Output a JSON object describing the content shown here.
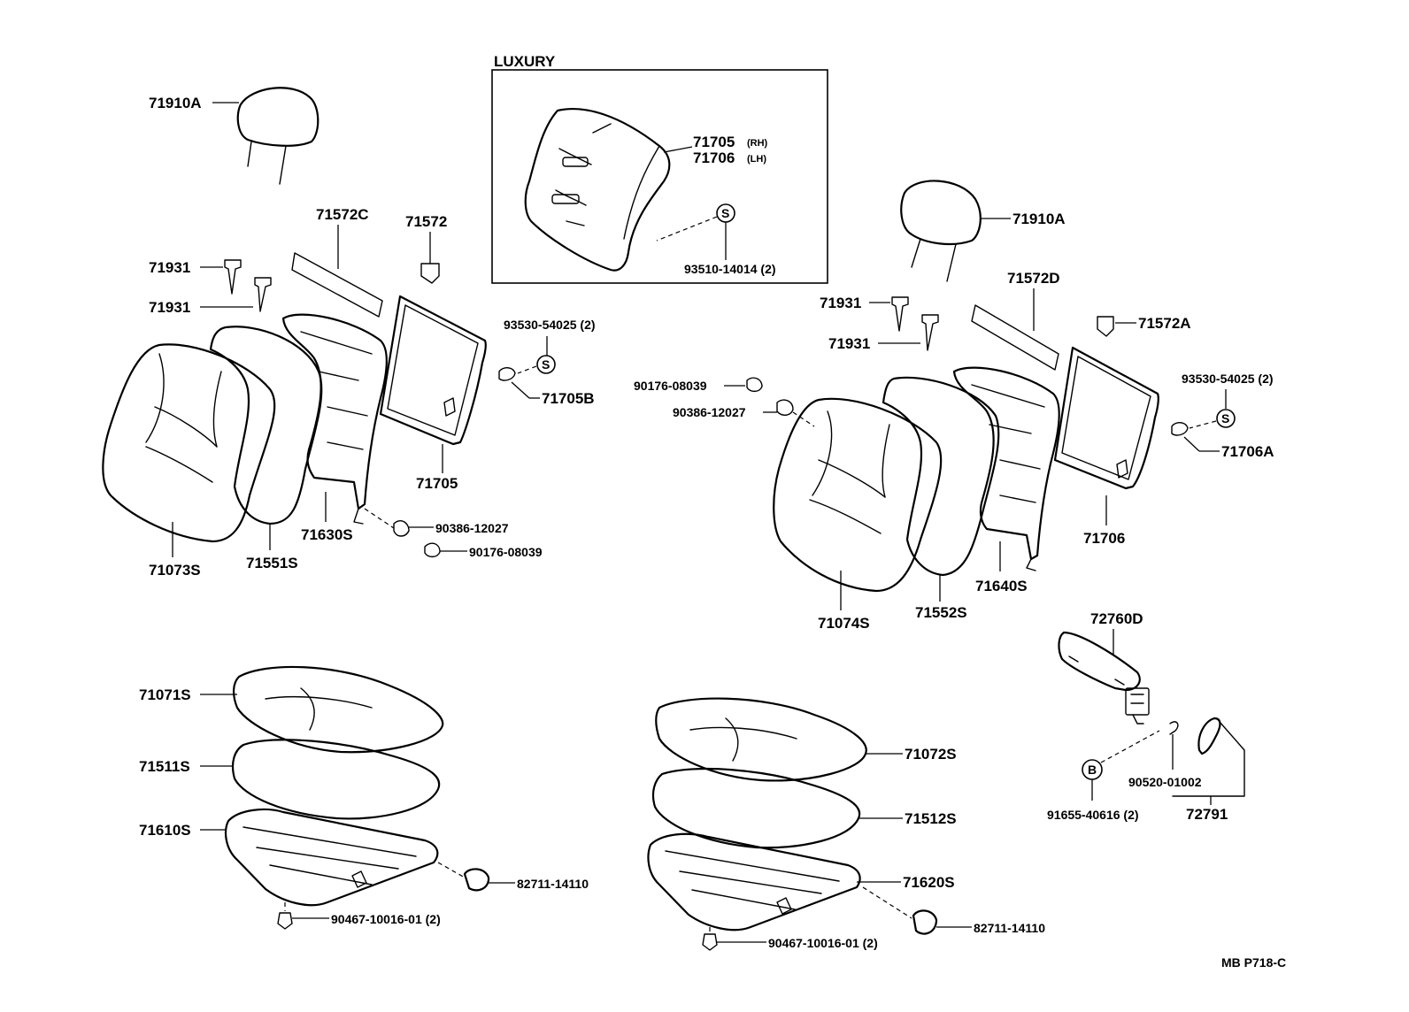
{
  "diagram": {
    "inset_title": "LUXURY",
    "footer_code": "MB P718-C",
    "symbol_s": "S",
    "symbol_b": "B",
    "labels": {
      "l71910A_left": "71910A",
      "l71910A_right": "71910A",
      "l71705": "71705",
      "l71705_rh": "(RH)",
      "l71706": "71706",
      "l71706_lh": "(LH)",
      "l93510": "93510-14014 (2)",
      "l71572C": "71572C",
      "l71572": "71572",
      "l71931_a": "71931",
      "l71931_b": "71931",
      "l71931_c": "71931",
      "l71931_d": "71931",
      "l93530_left": "93530-54025 (2)",
      "l93530_right": "93530-54025 (2)",
      "l71705B": "71705B",
      "l71705_frame": "71705",
      "l71630S": "71630S",
      "l90386_left": "90386-12027",
      "l90176_left": "90176-08039",
      "l71073S": "71073S",
      "l71551S": "71551S",
      "l71572D": "71572D",
      "l71572A": "71572A",
      "l90176_right": "90176-08039",
      "l90386_right": "90386-12027",
      "l71706A": "71706A",
      "l71706_frame": "71706",
      "l71640S": "71640S",
      "l71074S": "71074S",
      "l71552S": "71552S",
      "l72760D": "72760D",
      "l91655": "91655-40616 (2)",
      "l90520": "90520-01002",
      "l72791": "72791",
      "l71071S": "71071S",
      "l71511S": "71511S",
      "l71610S": "71610S",
      "l82711_left": "82711-14110",
      "l90467_left": "90467-10016-01 (2)",
      "l71072S": "71072S",
      "l71512S": "71512S",
      "l71620S": "71620S",
      "l82711_right": "82711-14110",
      "l90467_right": "90467-10016-01 (2)"
    }
  }
}
